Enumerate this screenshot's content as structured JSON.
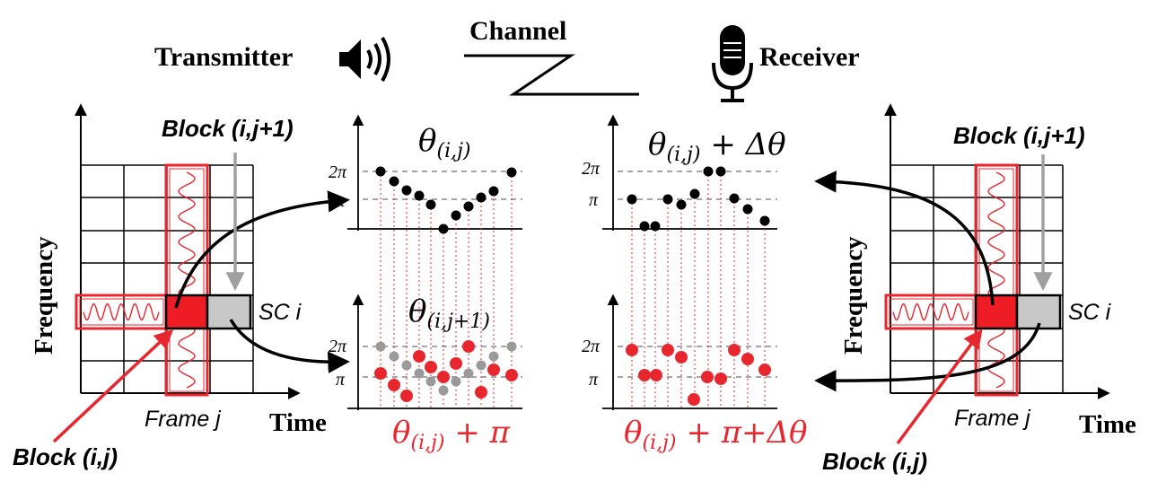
{
  "header": {
    "transmitter": "Transmitter",
    "channel": "Channel",
    "receiver": "Receiver"
  },
  "left_grid": {
    "frequency": "Frequency",
    "time": "Time",
    "frame": "Frame j",
    "subcarrier": "SC i",
    "block_next": "Block (i,j+1)",
    "block_current": "Block (i,j)"
  },
  "right_grid": {
    "frequency": "Frequency",
    "time": "Time",
    "frame": "Frame j",
    "subcarrier": "SC i",
    "block_next": "Block (i,j+1)",
    "block_current": "Block (i,j)"
  },
  "plots": {
    "tx_top": {
      "title_base": "θ",
      "title_sub": "(i,j)",
      "title_suffix": ""
    },
    "tx_bottom": {
      "title_base": "θ",
      "title_sub": "(i,j+1)",
      "title_suffix": ""
    },
    "tx_bottom_eq": {
      "base": "θ",
      "sub": "(i,j)",
      "suffix": " + π"
    },
    "rx_top": {
      "title_base": "θ",
      "title_sub": "(i,j)",
      "title_suffix": " + Δθ"
    },
    "rx_bottom_eq": {
      "base": "θ",
      "sub": "(i,j)",
      "suffix": " + π+Δθ"
    },
    "ticks": {
      "two_pi": "2π",
      "pi": "π"
    }
  },
  "colors": {
    "red": "#e8262e",
    "block_red": "#ee1c24",
    "gray": "#c8c8c8",
    "dot_gray": "#9a9a9a",
    "arrow_gray": "#a0a0a0",
    "black": "#000000",
    "dash": "#888888"
  },
  "icons": {
    "speaker": "speaker-icon",
    "microphone": "microphone-icon",
    "channel": "channel-zigzag-icon"
  }
}
